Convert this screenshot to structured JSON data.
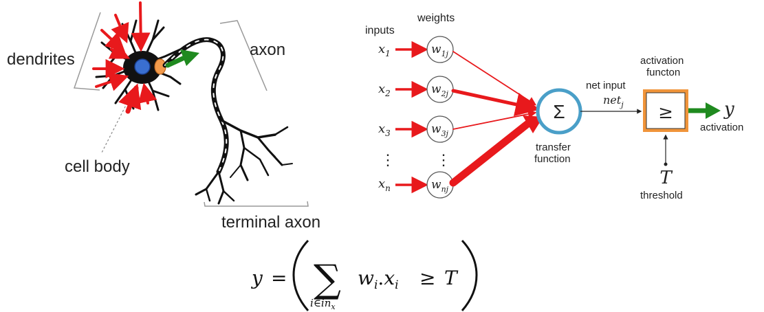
{
  "neuron": {
    "dendrites_label": "dendrites",
    "axon_label": "axon",
    "cell_body_label": "cell body",
    "terminal_axon_label": "terminal axon"
  },
  "perceptron": {
    "inputs_label": "inputs",
    "weights_label": "weights",
    "inputs": [
      {
        "base": "x",
        "sub": "1"
      },
      {
        "base": "x",
        "sub": "2"
      },
      {
        "base": "x",
        "sub": "3"
      },
      {
        "base": "x",
        "sub": "n"
      }
    ],
    "weights": [
      {
        "base": "w",
        "sub": "1j"
      },
      {
        "base": "w",
        "sub": "2j"
      },
      {
        "base": "w",
        "sub": "3j"
      },
      {
        "base": "w",
        "sub": "nj"
      }
    ],
    "ellipsis": "⋮",
    "sum_symbol": "Σ",
    "transfer_label_1": "transfer",
    "transfer_label_2": "function",
    "net_input_label": "net input",
    "net_base": "net",
    "net_sub": "j",
    "activation_title_1": "activation",
    "activation_title_2": "functon",
    "activation_symbol": "≥",
    "output_symbol": "y",
    "output_label": "activation",
    "threshold_symbol": "T",
    "threshold_label": "threshold"
  },
  "formula": {
    "lhs": "y",
    "equals": "=",
    "sum": "∑",
    "term_w": "w",
    "term_w_sub": "i",
    "dot": ".",
    "term_x": "x",
    "term_x_sub": "i",
    "geq": "≥",
    "rhs": "T",
    "index_i": "i",
    "index_in": "∈",
    "index_set": "in",
    "index_set_sub": "x"
  },
  "colors": {
    "red": "#e8191c",
    "green": "#1f8a1f",
    "blue_circle": "#4a9fc8",
    "orange_box": "#f0943a",
    "nucleus_blue": "#3a6fd0",
    "orange_node": "#f39b4c"
  }
}
